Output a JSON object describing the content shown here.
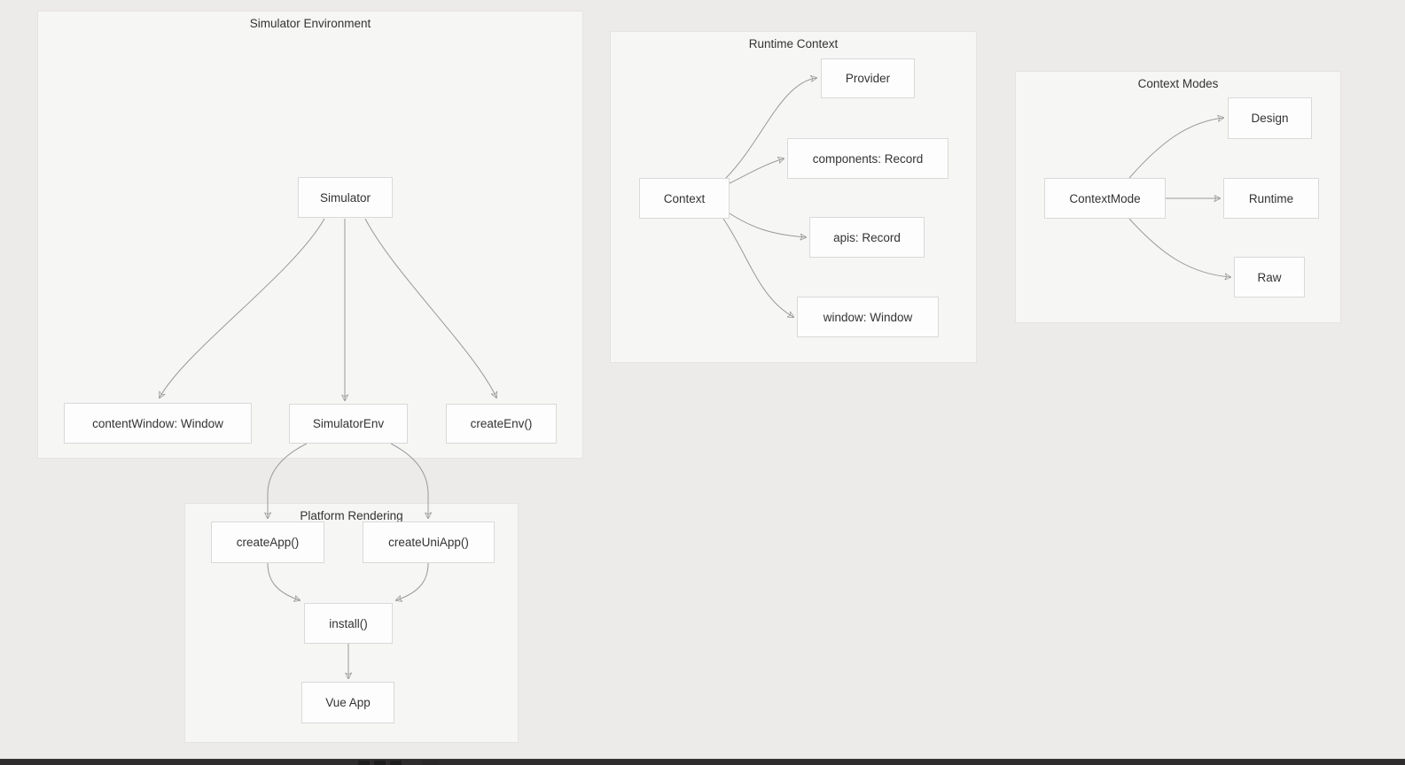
{
  "colors": {
    "bg": "#edebe9",
    "group-fill": "#f6f6f5",
    "group-border": "#e5e3e1",
    "node-fill": "#fdfdfd",
    "node-border": "#d9d9d9",
    "edge": "#999999",
    "text": "#333333",
    "taskbar": "#2e2c2c"
  },
  "diagram": {
    "groups": [
      {
        "id": "simulator-environment",
        "title": "Simulator Environment",
        "nodes": [
          {
            "id": "simulator",
            "label": "Simulator"
          },
          {
            "id": "content-window",
            "label": "contentWindow: Window"
          },
          {
            "id": "simulator-env",
            "label": "SimulatorEnv"
          },
          {
            "id": "create-env",
            "label": "createEnv()"
          }
        ]
      },
      {
        "id": "runtime-context",
        "title": "Runtime Context",
        "nodes": [
          {
            "id": "context",
            "label": "Context"
          },
          {
            "id": "provider",
            "label": "Provider"
          },
          {
            "id": "components-record",
            "label": "components: Record"
          },
          {
            "id": "apis-record",
            "label": "apis: Record"
          },
          {
            "id": "window-window",
            "label": "window: Window"
          }
        ]
      },
      {
        "id": "context-modes",
        "title": "Context Modes",
        "nodes": [
          {
            "id": "context-mode",
            "label": "ContextMode"
          },
          {
            "id": "design",
            "label": "Design"
          },
          {
            "id": "runtime",
            "label": "Runtime"
          },
          {
            "id": "raw",
            "label": "Raw"
          }
        ]
      },
      {
        "id": "platform-rendering",
        "title": "Platform Rendering",
        "nodes": [
          {
            "id": "create-app",
            "label": "createApp()"
          },
          {
            "id": "create-uni-app",
            "label": "createUniApp()"
          },
          {
            "id": "install",
            "label": "install()"
          },
          {
            "id": "vue-app",
            "label": "Vue App"
          }
        ]
      }
    ],
    "edges": [
      {
        "from": "simulator",
        "to": "content-window"
      },
      {
        "from": "simulator",
        "to": "simulator-env"
      },
      {
        "from": "simulator",
        "to": "create-env"
      },
      {
        "from": "simulator-env",
        "to": "create-app"
      },
      {
        "from": "simulator-env",
        "to": "create-uni-app"
      },
      {
        "from": "create-app",
        "to": "install"
      },
      {
        "from": "create-uni-app",
        "to": "install"
      },
      {
        "from": "install",
        "to": "vue-app"
      },
      {
        "from": "context",
        "to": "provider"
      },
      {
        "from": "context",
        "to": "components-record"
      },
      {
        "from": "context",
        "to": "apis-record"
      },
      {
        "from": "context",
        "to": "window-window"
      },
      {
        "from": "context-mode",
        "to": "design"
      },
      {
        "from": "context-mode",
        "to": "runtime"
      },
      {
        "from": "context-mode",
        "to": "raw"
      }
    ]
  }
}
